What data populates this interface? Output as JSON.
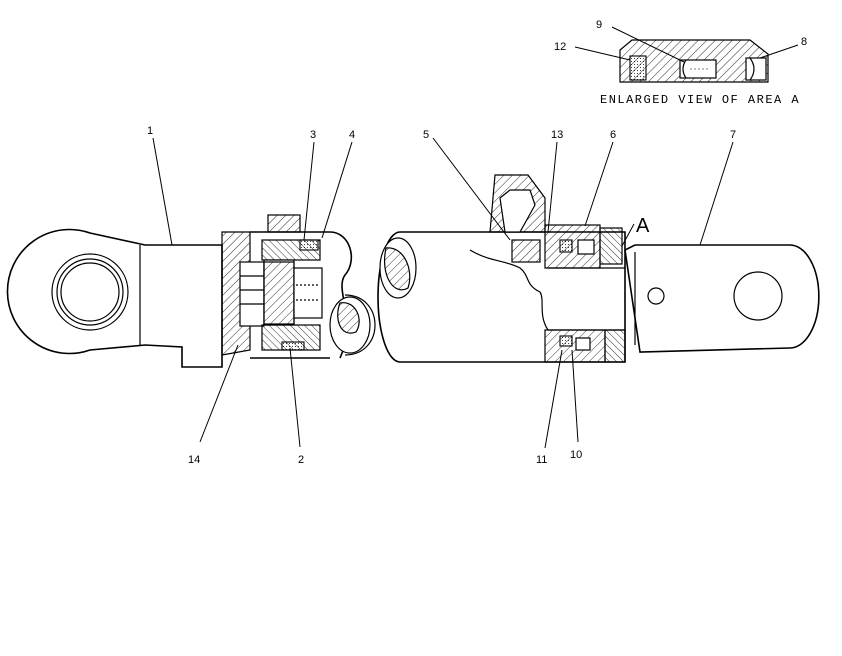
{
  "caption": "ENLARGED VIEW OF AREA A",
  "area_marker": "A",
  "callouts": [
    {
      "id": "c1",
      "label": "1"
    },
    {
      "id": "c2",
      "label": "2"
    },
    {
      "id": "c3",
      "label": "3"
    },
    {
      "id": "c4",
      "label": "4"
    },
    {
      "id": "c5",
      "label": "5"
    },
    {
      "id": "c6",
      "label": "6"
    },
    {
      "id": "c7",
      "label": "7"
    },
    {
      "id": "c8",
      "label": "8"
    },
    {
      "id": "c9",
      "label": "9"
    },
    {
      "id": "c10",
      "label": "10"
    },
    {
      "id": "c11",
      "label": "11"
    },
    {
      "id": "c12",
      "label": "12"
    },
    {
      "id": "c13",
      "label": "13"
    },
    {
      "id": "c14",
      "label": "14"
    }
  ]
}
